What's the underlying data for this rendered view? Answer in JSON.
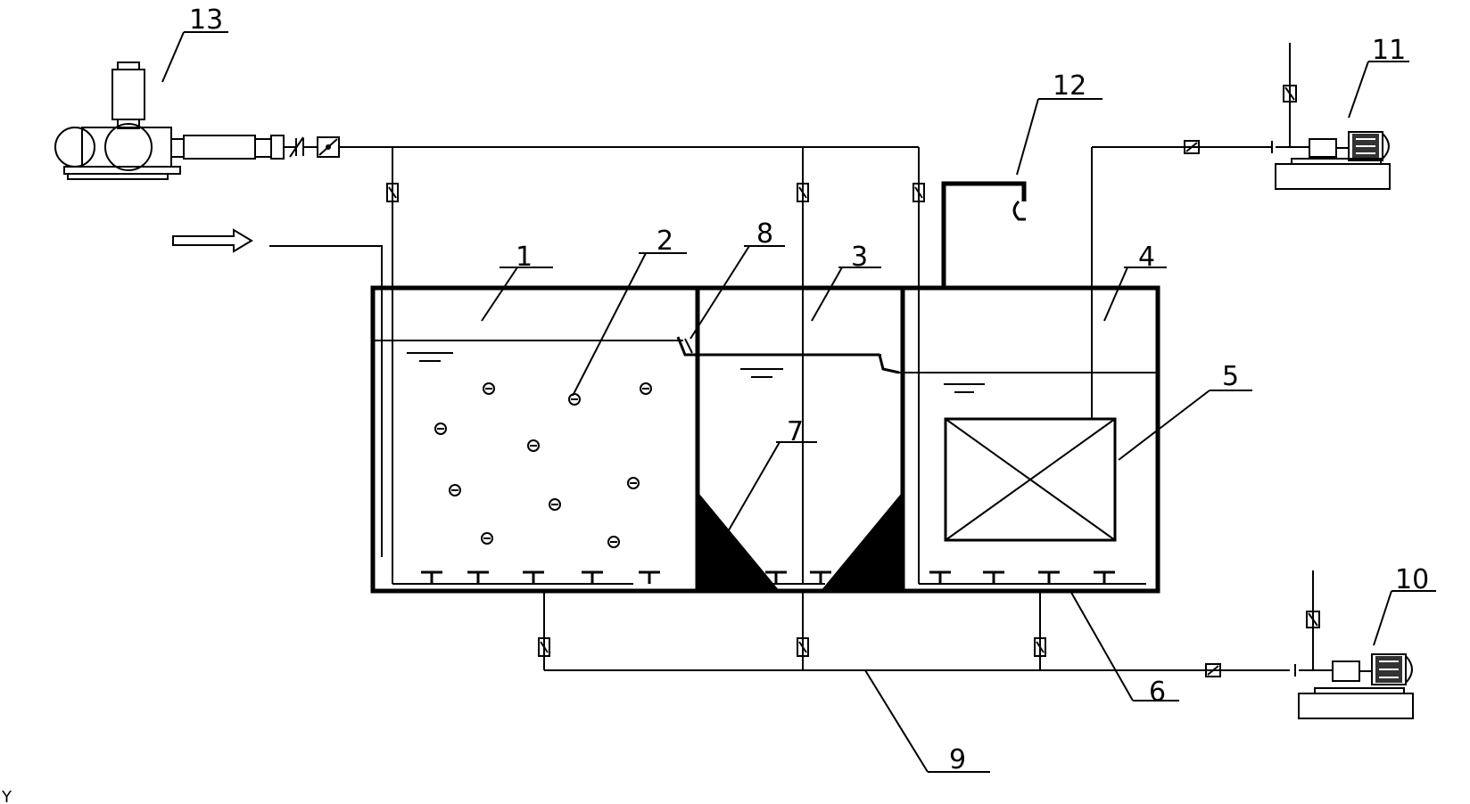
{
  "labels": {
    "l1": "1",
    "l2": "2",
    "l3": "3",
    "l4": "4",
    "l5": "5",
    "l6": "6",
    "l7": "7",
    "l8": "8",
    "l9": "9",
    "l10": "10",
    "l11": "11",
    "l12": "12",
    "l13": "13"
  },
  "corner_mark": "Y"
}
